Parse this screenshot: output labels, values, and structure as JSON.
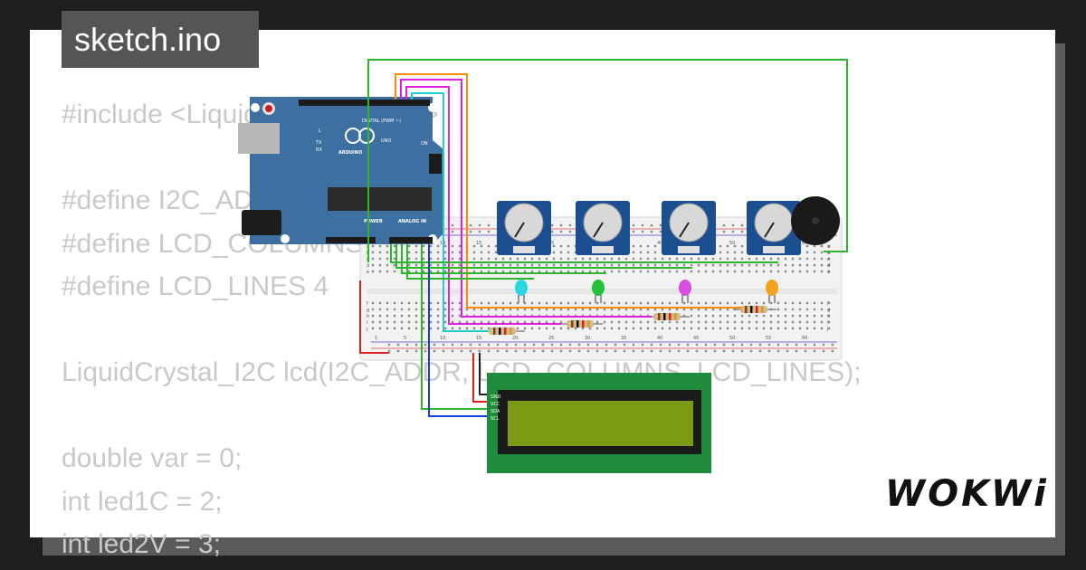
{
  "file_tab": {
    "title": "sketch.ino"
  },
  "code_lines": [
    "#include <LiquidCrystal_I2C.h>",
    "",
    "#define I2C_ADDR 0x27",
    "#define LCD_COLUMNS 20",
    "#define LCD_LINES 4",
    "",
    "LiquidCrystal_I2C lcd(I2C_ADDR, LCD_COLUMNS, LCD_LINES);",
    "",
    "double var = 0;",
    "int led1C = 2;",
    "int led2V = 3;"
  ],
  "arduino": {
    "brand": "ARDUINO",
    "model": "UNO",
    "digital_label": "DIGITAL (PWM ~)",
    "power_label": "POWER",
    "analog_label": "ANALOG IN",
    "on_label": "ON",
    "tx_label": "TX",
    "rx_label": "RX",
    "l_label": "L"
  },
  "lcd_pins": [
    "GND",
    "VCC",
    "SDA",
    "SCL"
  ],
  "breadboard_numbers": [
    "1",
    "5",
    "10",
    "15",
    "20",
    "25",
    "30",
    "35",
    "40",
    "45",
    "50",
    "55",
    "60"
  ],
  "breadboard_letters": [
    "a",
    "b",
    "c",
    "d",
    "e",
    "f",
    "g",
    "h",
    "i",
    "j"
  ],
  "leds": [
    {
      "color": "#2ad6e0"
    },
    {
      "color": "#22c23a"
    },
    {
      "color": "#d94de0"
    },
    {
      "color": "#f2a21d"
    }
  ],
  "wire_colors": [
    "#2db52d",
    "#ff8c00",
    "#e020e0",
    "#20d0d0",
    "#e02020",
    "#1040e0",
    "#202020"
  ],
  "brand_logo": "WOKWi"
}
